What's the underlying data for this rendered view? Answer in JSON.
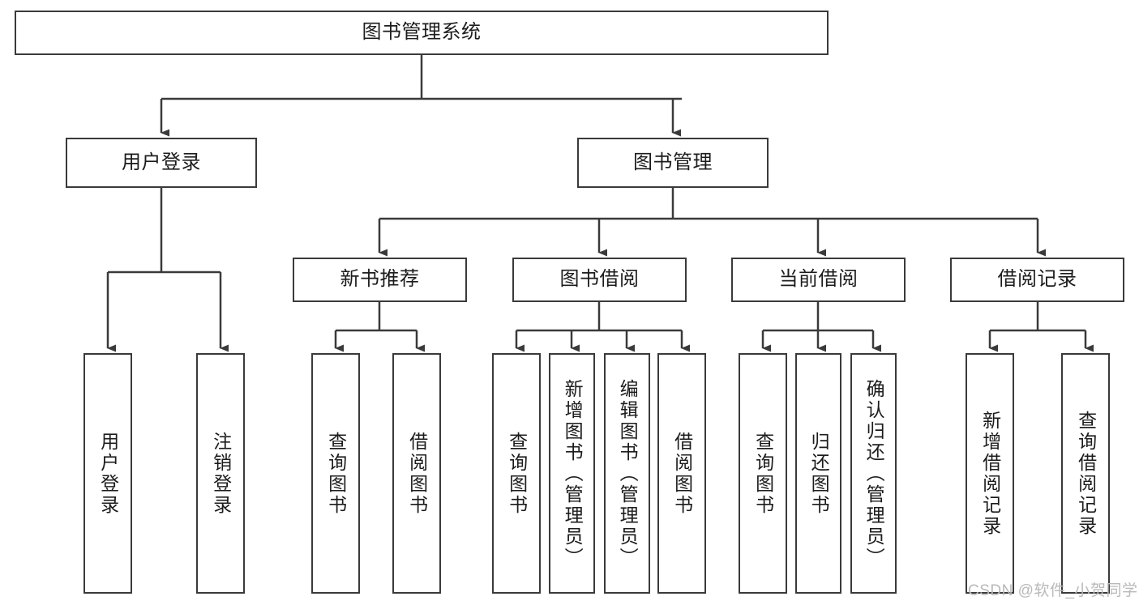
{
  "diagram": {
    "type": "tree",
    "title_node": "图书管理系统",
    "orientation": "top-down",
    "watermark": "CSDN @软件_小贺同学",
    "style": {
      "box_border_color": "#3a3a3a",
      "box_fill_color": "#ffffff",
      "connector_color": "#3a3a3a",
      "text_color": "#1c1c1c",
      "background": "#ffffff",
      "watermark_color": "#b9b9b9"
    },
    "nodes": {
      "root": {
        "label": "图书管理系统",
        "level": 1
      },
      "l2_user_login": {
        "label": "用户登录",
        "level": 2
      },
      "l2_book_manage": {
        "label": "图书管理",
        "level": 2
      },
      "l3_new_book_rec": {
        "label": "新书推荐",
        "level": 3
      },
      "l3_book_borrow": {
        "label": "图书借阅",
        "level": 3
      },
      "l3_current_borrow": {
        "label": "当前借阅",
        "level": 3
      },
      "l3_borrow_record": {
        "label": "借阅记录",
        "level": 3
      },
      "leaf_user_login": {
        "label": "用户登录",
        "level": 4
      },
      "leaf_logout": {
        "label": "注销登录",
        "level": 4
      },
      "leaf_query_book_1": {
        "label": "查询图书",
        "level": 4
      },
      "leaf_borrow_book_1": {
        "label": "借阅图书",
        "level": 4
      },
      "leaf_query_book_2": {
        "label": "查询图书",
        "level": 4
      },
      "leaf_add_book": {
        "label": "新增图书（管理员）",
        "level": 4
      },
      "leaf_edit_book": {
        "label": "编辑图书（管理员）",
        "level": 4
      },
      "leaf_borrow_book_2": {
        "label": "借阅图书",
        "level": 4
      },
      "leaf_query_book_3": {
        "label": "查询图书",
        "level": 4
      },
      "leaf_return_book": {
        "label": "归还图书",
        "level": 4
      },
      "leaf_confirm_return": {
        "label": "确认归还（管理员）",
        "level": 4
      },
      "leaf_add_record": {
        "label": "新增借阅记录",
        "level": 4
      },
      "leaf_query_record": {
        "label": "查询借阅记录",
        "level": 4
      }
    },
    "edges": [
      {
        "from": "root",
        "to": "l2_user_login"
      },
      {
        "from": "root",
        "to": "l2_book_manage"
      },
      {
        "from": "l2_user_login",
        "to": "leaf_user_login"
      },
      {
        "from": "l2_user_login",
        "to": "leaf_logout"
      },
      {
        "from": "l2_book_manage",
        "to": "l3_new_book_rec"
      },
      {
        "from": "l2_book_manage",
        "to": "l3_book_borrow"
      },
      {
        "from": "l2_book_manage",
        "to": "l3_current_borrow"
      },
      {
        "from": "l2_book_manage",
        "to": "l3_borrow_record"
      },
      {
        "from": "l3_new_book_rec",
        "to": "leaf_query_book_1"
      },
      {
        "from": "l3_new_book_rec",
        "to": "leaf_borrow_book_1"
      },
      {
        "from": "l3_book_borrow",
        "to": "leaf_query_book_2"
      },
      {
        "from": "l3_book_borrow",
        "to": "leaf_add_book"
      },
      {
        "from": "l3_book_borrow",
        "to": "leaf_edit_book"
      },
      {
        "from": "l3_book_borrow",
        "to": "leaf_borrow_book_2"
      },
      {
        "from": "l3_current_borrow",
        "to": "leaf_query_book_3"
      },
      {
        "from": "l3_current_borrow",
        "to": "leaf_return_book"
      },
      {
        "from": "l3_current_borrow",
        "to": "leaf_confirm_return"
      },
      {
        "from": "l3_borrow_record",
        "to": "leaf_add_record"
      },
      {
        "from": "l3_borrow_record",
        "to": "leaf_query_record"
      }
    ]
  }
}
